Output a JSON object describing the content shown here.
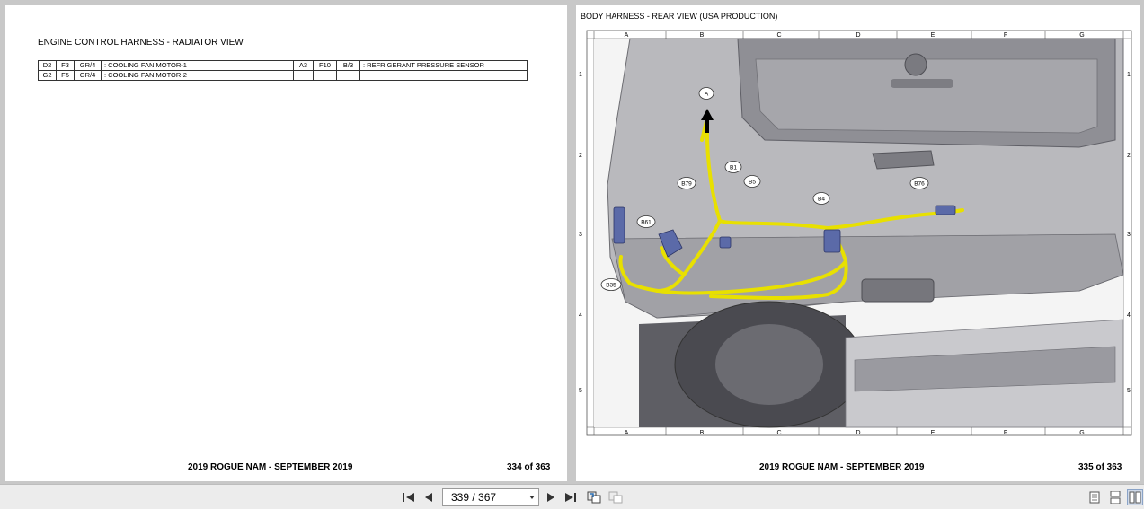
{
  "left_page": {
    "title": "ENGINE CONTROL HARNESS - RADIATOR VIEW",
    "connectors": [
      [
        "D2",
        "F3",
        "GR/4",
        ": COOLING FAN MOTOR-1",
        "A3",
        "F10",
        "B/3",
        ": REFRIGERANT PRESSURE SENSOR"
      ],
      [
        "G2",
        "F5",
        "GR/4",
        ": COOLING FAN MOTOR-2",
        "",
        "",
        "",
        ""
      ]
    ],
    "footer_title": "2019 ROGUE NAM - SEPTEMBER 2019",
    "footer_page": "334 of 363"
  },
  "right_page": {
    "title": "BODY HARNESS - REAR VIEW (USA PRODUCTION)",
    "grid_cols": [
      "A",
      "B",
      "C",
      "D",
      "E",
      "F",
      "G"
    ],
    "grid_rows": [
      "1",
      "2",
      "3",
      "4",
      "5"
    ],
    "callouts": [
      "A",
      "B1",
      "B5",
      "B79",
      "B61",
      "B35",
      "B4",
      "B76"
    ],
    "footer_title": "2019 ROGUE NAM - SEPTEMBER 2019",
    "footer_page": "335 of 363"
  },
  "toolbar": {
    "page_indicator": "339 / 367",
    "icons": [
      "first-page-icon",
      "prev-page-icon",
      "next-page-icon",
      "last-page-icon",
      "go-back-icon",
      "go-forward-icon",
      "single-page-icon",
      "continuous-page-icon",
      "two-page-icon"
    ]
  },
  "colors": {
    "harness": "#e8e000",
    "connector": "#5b6aa8",
    "body": "#b8b8bc"
  }
}
